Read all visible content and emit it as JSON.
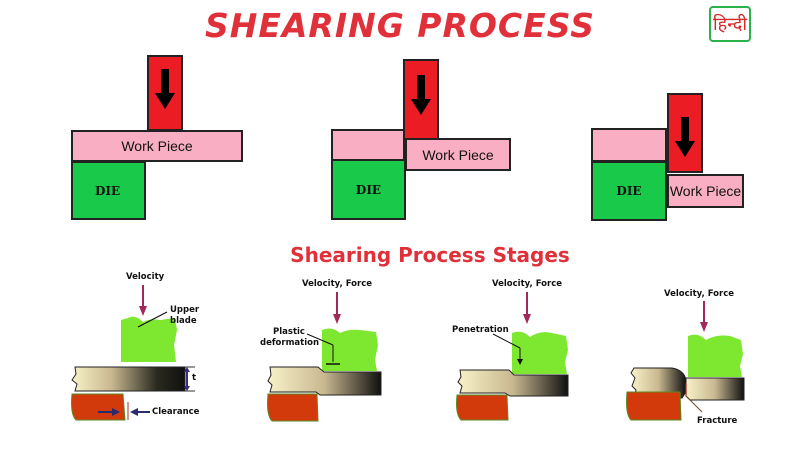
{
  "header": {
    "title": "SHEARING PROCESS",
    "language_badge": "हिन्दी"
  },
  "top_diagrams": [
    {
      "workpiece_label": "Work Piece",
      "die_label": "DIE",
      "arrow": "down-arrow-icon"
    },
    {
      "workpiece_label": "Work Piece",
      "die_label": "DIE",
      "arrow": "down-arrow-icon"
    },
    {
      "workpiece_label": "Work Piece",
      "die_label": "DIE",
      "arrow": "down-arrow-icon"
    }
  ],
  "stages": {
    "title": "Shearing Process Stages",
    "items": [
      {
        "force_label": "Velocity",
        "callout": "Upper blade",
        "callout_line1": "Upper",
        "callout_line2": "blade",
        "thickness_label": "t",
        "clearance_label": "Clearance"
      },
      {
        "force_label": "Velocity, Force",
        "callout_line1": "Plastic",
        "callout_line2": "deformation"
      },
      {
        "force_label": "Velocity, Force",
        "callout": "Penetration"
      },
      {
        "force_label": "Velocity, Force",
        "callout": "Fracture"
      }
    ]
  },
  "colors": {
    "title_red": "#e0303a",
    "punch_red": "#ec1c24",
    "workpiece_pink": "#f9aec3",
    "die_green": "#18c94a",
    "blade_green": "#7ee830",
    "lower_die_red": "#d23a0c",
    "hindi_border": "#2bb34a",
    "force_arrow": "#a0285a"
  }
}
